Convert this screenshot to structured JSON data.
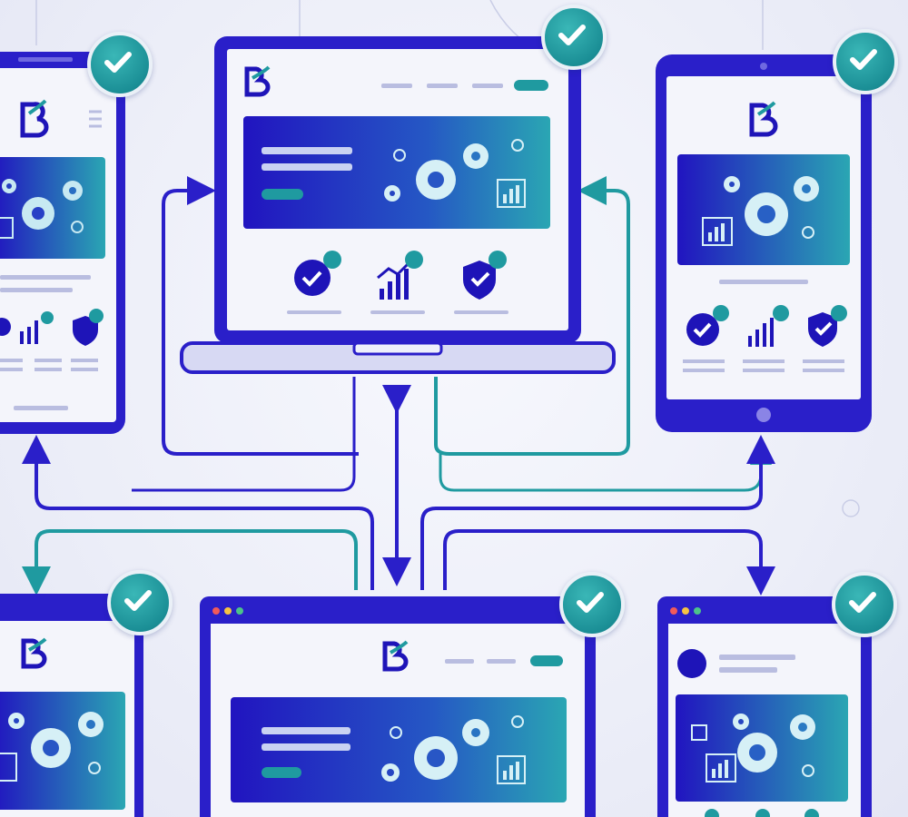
{
  "colors": {
    "frame_blue": "#2a1fc9",
    "deep_blue": "#1e14b8",
    "teal": "#1f9aa0",
    "screen_bg": "#f4f5fb",
    "bar_grey": "#b9bde0",
    "check_teal": "#1b8f96"
  },
  "icons": {
    "logo": "leaf-b-logo-icon",
    "gear": "gear-icon",
    "bar_chart": "bar-chart-icon",
    "shield": "shield-check-icon",
    "check": "checkmark-icon",
    "growth_chart": "growth-chart-icon",
    "badge": "badge-check-icon"
  },
  "devices": [
    {
      "id": "tablet-left",
      "kind": "tablet"
    },
    {
      "id": "laptop-center",
      "kind": "laptop"
    },
    {
      "id": "tablet-right",
      "kind": "tablet"
    },
    {
      "id": "browser-bottom-left",
      "kind": "browser"
    },
    {
      "id": "browser-bottom-center",
      "kind": "browser"
    },
    {
      "id": "browser-bottom-right",
      "kind": "browser"
    }
  ]
}
